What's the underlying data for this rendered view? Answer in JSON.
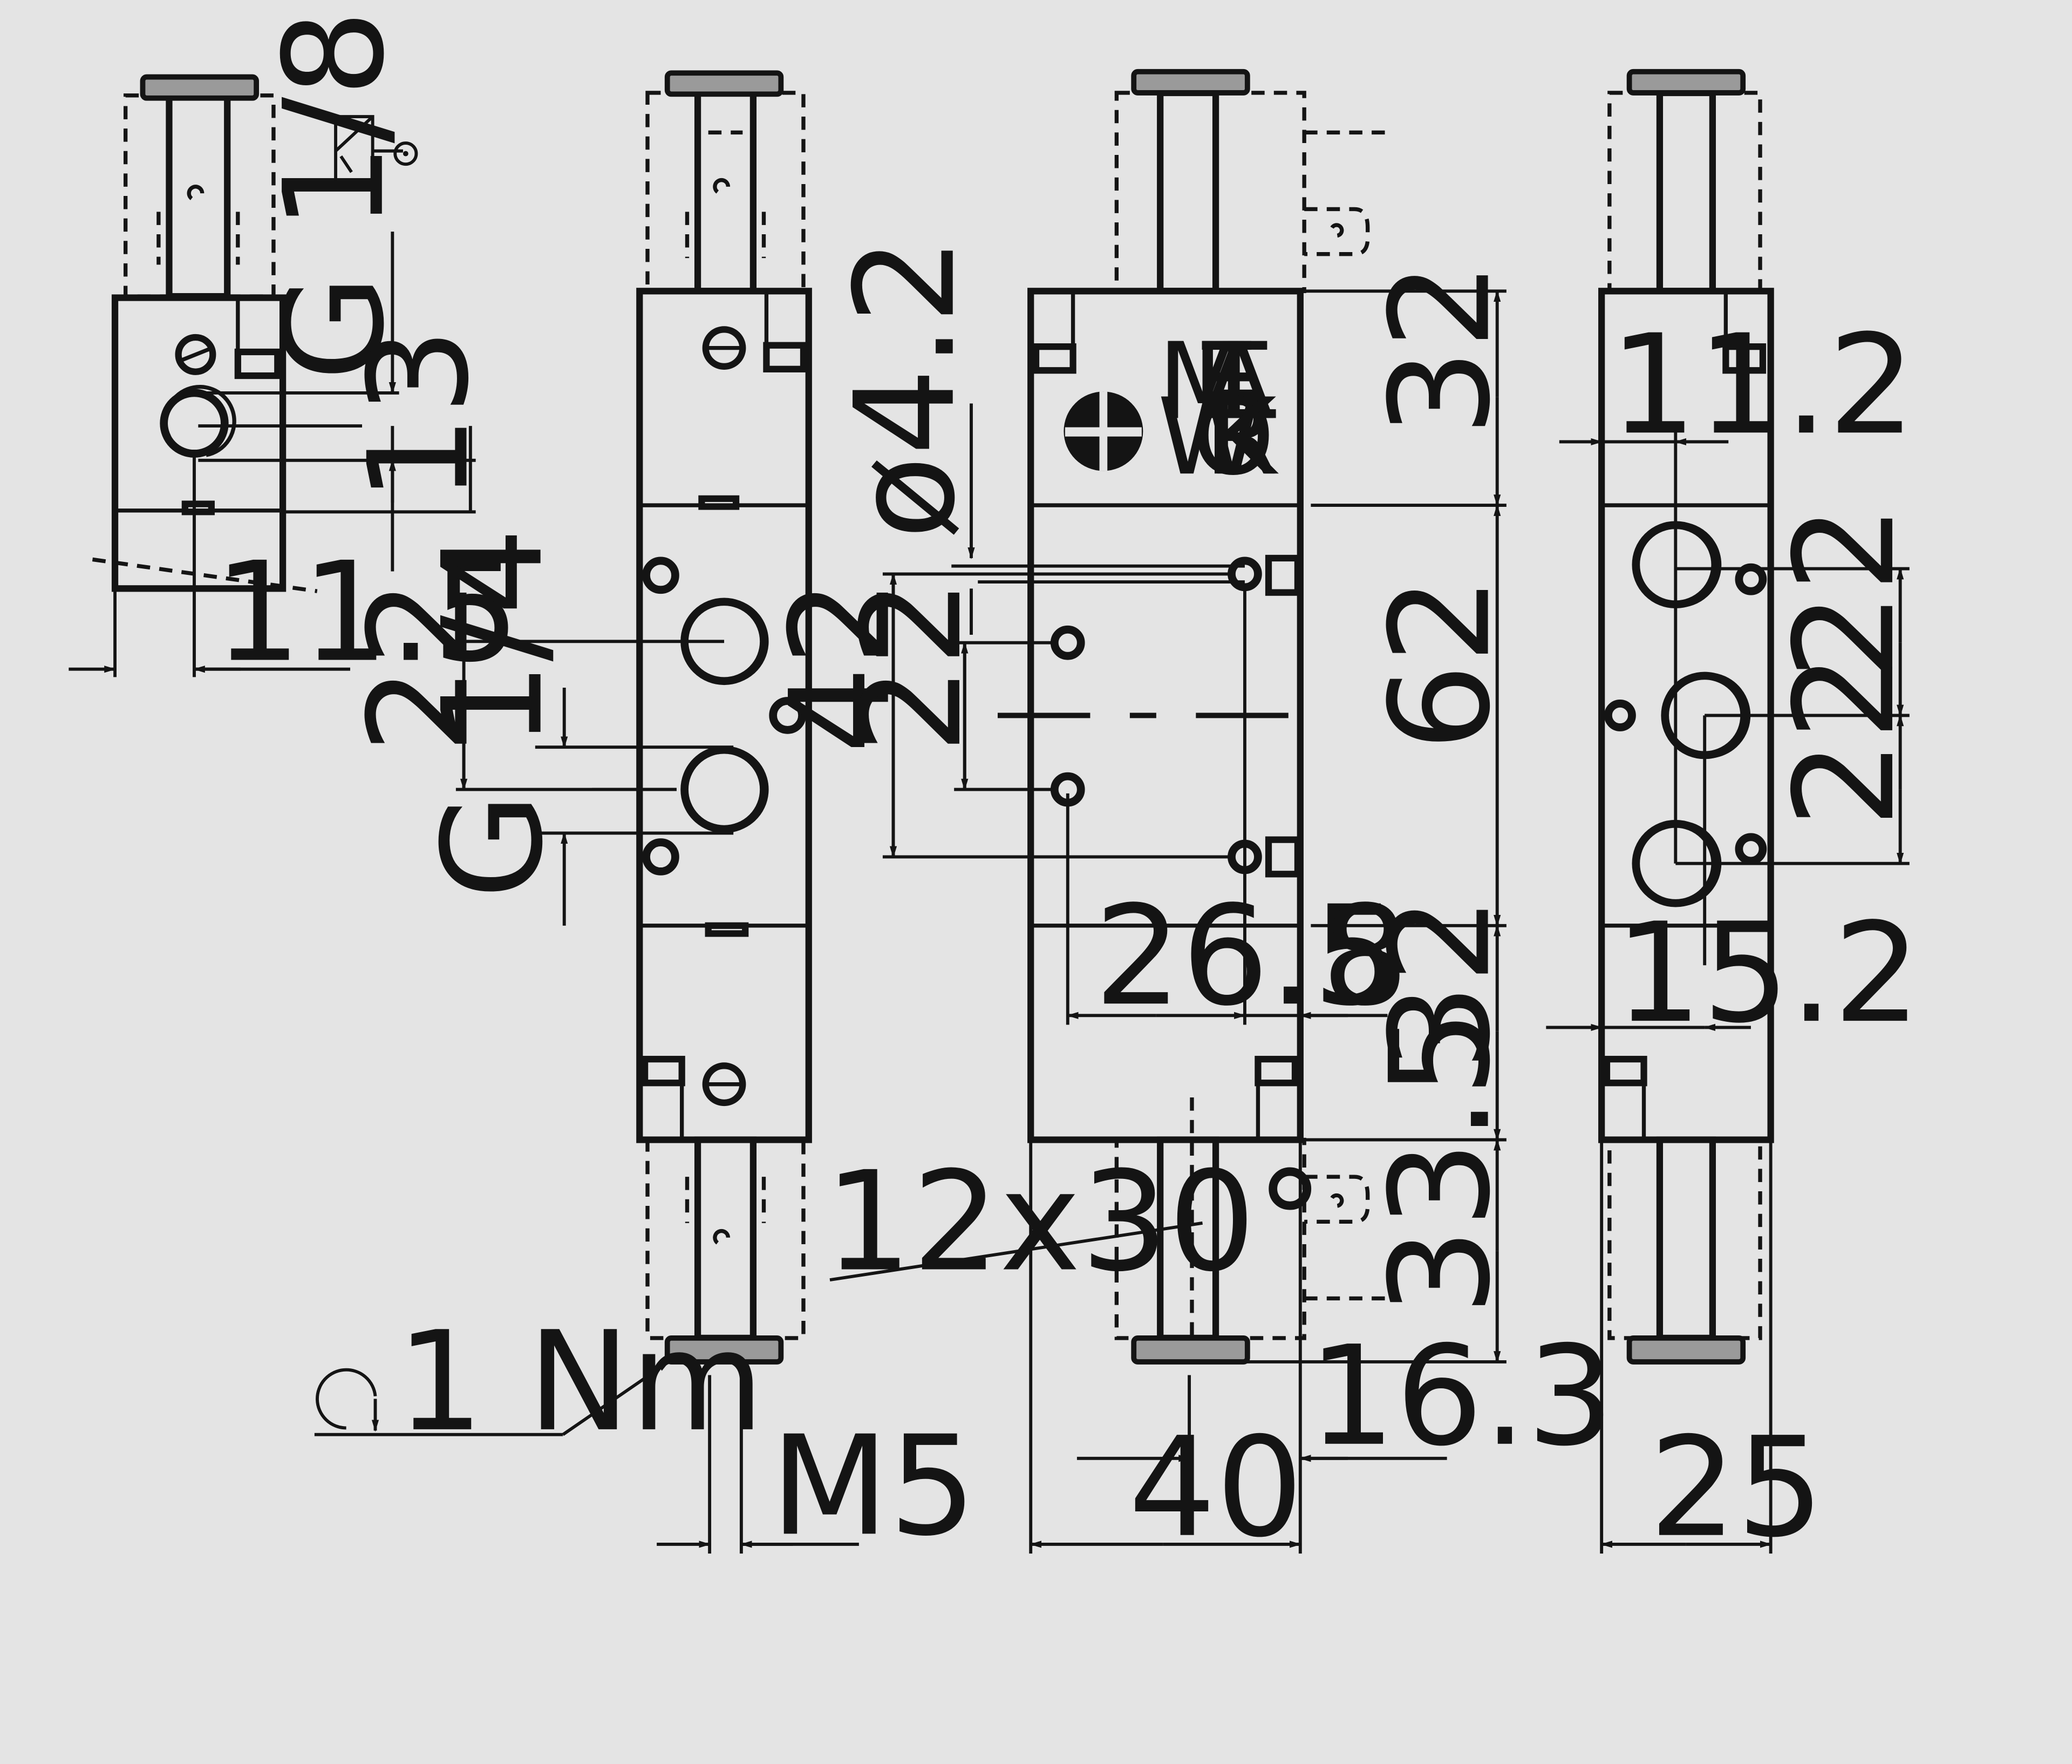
{
  "colors": {
    "background": "#e4e4e4",
    "ink": "#141414",
    "seal": "#9a9a9a"
  },
  "logo": {
    "line1": "METAL",
    "line2": "WORK"
  },
  "dimensions": {
    "thread_pilot": "G 1/8",
    "d13": "13",
    "d11_5": "11.5",
    "d22_side": "22",
    "thread_ports": "G 1/4",
    "torque": "1 Nm",
    "m5": "M5",
    "hole_dia": "ø4.2",
    "d42": "42",
    "d22_holes": "22",
    "d26_5": "26.5",
    "d8": "8",
    "d12x30": "12x30°",
    "d16_3": "16.3",
    "d40": "40",
    "d32_top": "32",
    "d62": "62",
    "d32_bottom": "32",
    "d33_5": "33.5",
    "d11_2": "11.2",
    "d22_upper": "22",
    "d22_lower": "22",
    "d15_2": "15.2",
    "d25": "25"
  }
}
